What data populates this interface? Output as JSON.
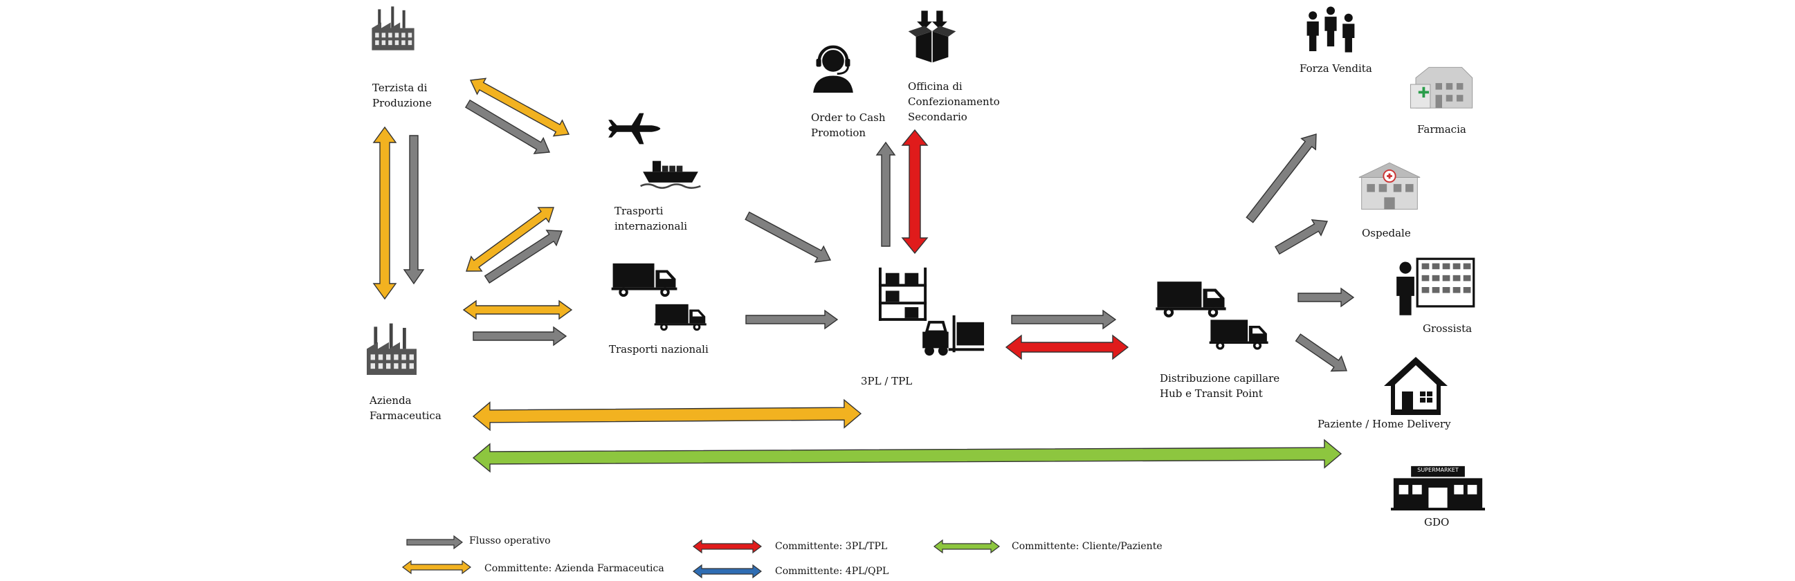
{
  "nodes": {
    "terzista": {
      "line1": "Terzista di",
      "line2": "Produzione",
      "icon": "factory-icon"
    },
    "azienda": {
      "line1": "Azienda",
      "line2": "Farmaceutica",
      "icon": "factory-icon"
    },
    "trasporti_internazionali": {
      "line1": "Trasporti",
      "line2": "internazionali",
      "icons": [
        "airplane-icon",
        "ship-icon"
      ]
    },
    "trasporti_nazionali": {
      "label": "Trasporti nazionali",
      "icon": "truck-icon"
    },
    "order_to_cash": {
      "line1": "Order to Cash",
      "line2": "Promotion",
      "icon": "headset-operator-icon"
    },
    "officina": {
      "line1": "Officina di",
      "line2": "Confezionamento",
      "line3": "Secondario",
      "icon": "open-box-icon"
    },
    "tpl": {
      "label": "3PL / TPL",
      "icon": "warehouse-forklift-icon"
    },
    "distribuzione": {
      "line1": "Distribuzione capillare",
      "line2": "Hub e Transit Point",
      "icon": "truck-icon"
    },
    "forza_vendita": {
      "label": "Forza Vendita",
      "icon": "people-icon"
    },
    "farmacia": {
      "label": "Farmacia",
      "icon": "pharmacy-building-icon"
    },
    "ospedale": {
      "label": "Ospedale",
      "icon": "hospital-icon"
    },
    "grossista": {
      "label": "Grossista",
      "icon": "wholesaler-icon"
    },
    "paziente": {
      "label": "Paziente / Home Delivery",
      "icon": "house-icon"
    },
    "gdo": {
      "label": "GDO",
      "sign": "SUPERMARKET",
      "icon": "supermarket-icon"
    }
  },
  "legend": {
    "flusso": "Flusso operativo",
    "azienda": "Committente: Azienda Farmaceutica",
    "tpl": "Committente: 3PL/TPL",
    "qpl": "Committente: 4PL/QPL",
    "cliente": "Committente: Cliente/Paziente"
  },
  "colors": {
    "operativo": "#808080",
    "azienda": "#f2b220",
    "tpl": "#e01b1b",
    "qpl": "#2f6db3",
    "cliente": "#8dc63f",
    "outline": "#333333"
  }
}
